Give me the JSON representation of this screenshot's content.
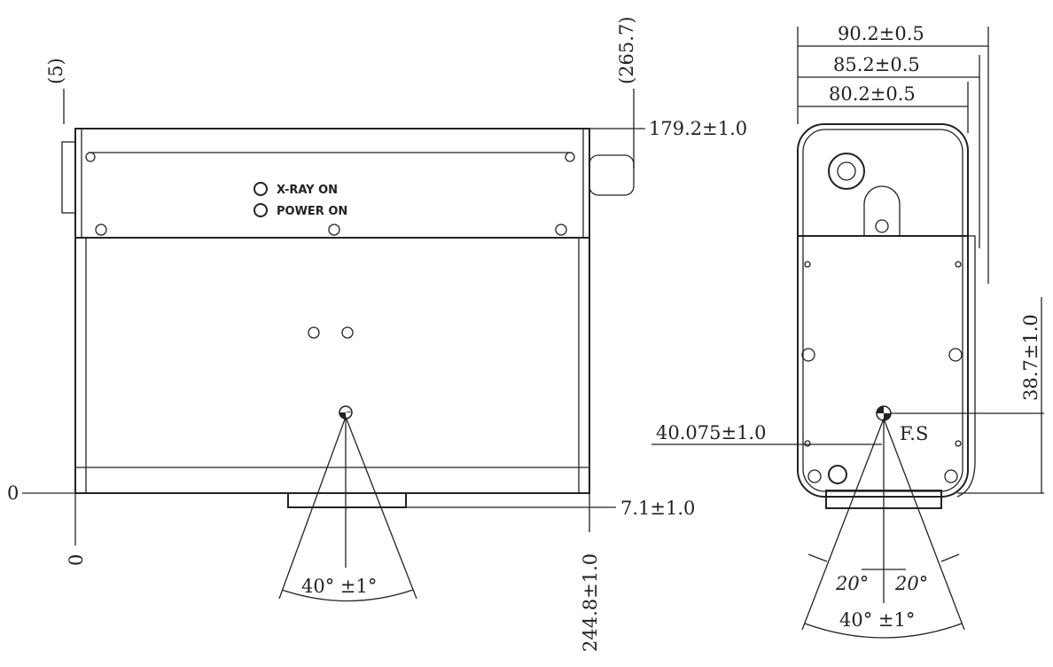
{
  "front_view": {
    "indicator_xray": "X-RAY ON",
    "indicator_power": "POWER ON",
    "dim_left_ref": "(5)",
    "dim_connector_ref": "(265.7)",
    "dim_top": "179.2±1.0",
    "dim_zero_horizontal": "0",
    "dim_zero_vertical": "0",
    "dim_window": "7.1±1.0",
    "dim_right": "244.8±1.0",
    "beam_angle": "40°  ±1°"
  },
  "side_view": {
    "dim_width_outer": "90.2±0.5",
    "dim_width_mid": "85.2±0.5",
    "dim_width_inner": "80.2±0.5",
    "dim_focal_height": "38.7±1.0",
    "dim_focal_offset": "40.075±1.0",
    "focal_spot_label": "F.S",
    "half_angle_left": "20°",
    "half_angle_right": "20°",
    "beam_angle": "40°  ±1°"
  }
}
